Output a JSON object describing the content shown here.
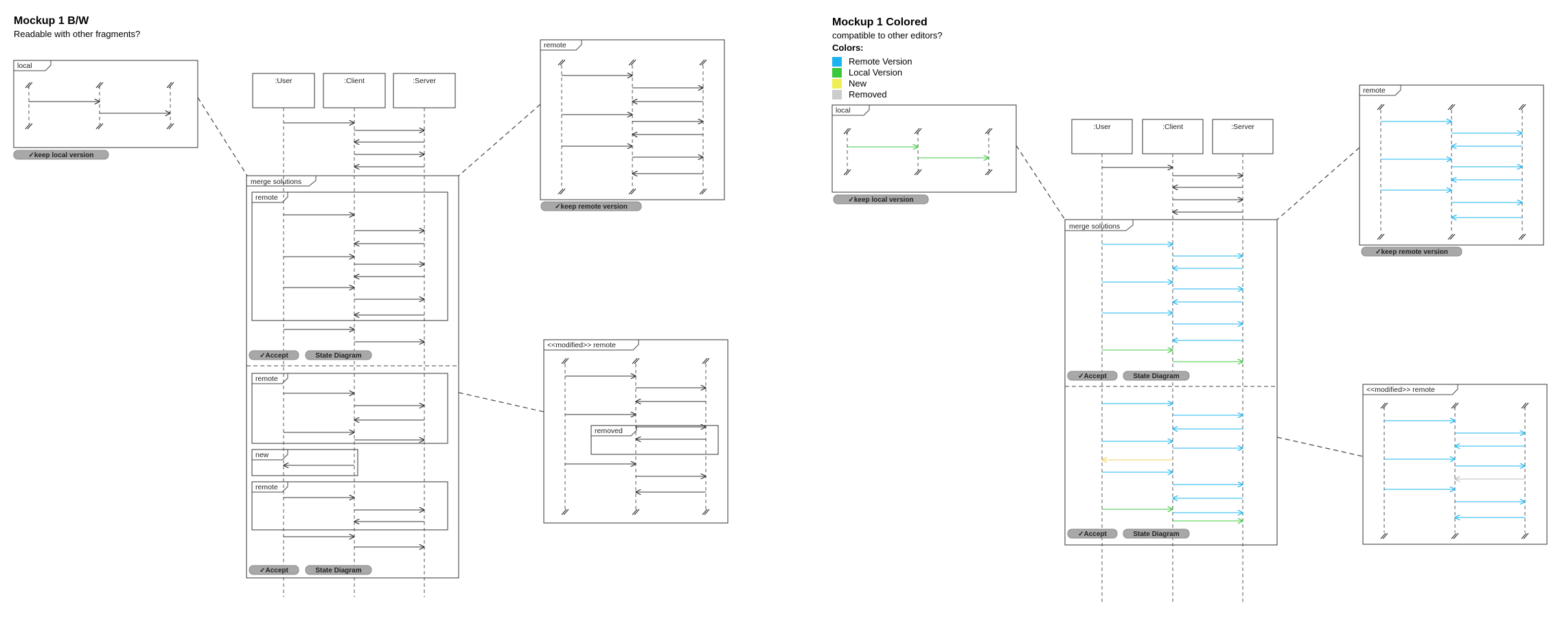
{
  "left": {
    "title": "Mockup 1 B/W",
    "subtitle": "Readable with other fragments?"
  },
  "right": {
    "title": "Mockup 1 Colored",
    "subtitle": "compatible to other editors?",
    "colors_title": "Colors:",
    "legend": [
      {
        "label": "Remote Version",
        "color": "#1ab4f0"
      },
      {
        "label": "Local Version",
        "color": "#3cc83c"
      },
      {
        "label": "New",
        "color": "#f0ee55"
      },
      {
        "label": "Removed",
        "color": "#cccccc"
      }
    ]
  },
  "labels": {
    "local": "local",
    "remote": "remote",
    "merge": "merge solutions",
    "new": "new",
    "modified_remote": "<<modified>> remote",
    "removed": "removed",
    "user": ":User",
    "client": ":Client",
    "server": ":Server",
    "keep_local": "✓keep local version",
    "keep_remote": "✓keep remote version",
    "accept": "✓Accept",
    "state_diagram": "State Diagram"
  },
  "colors": {
    "black": "#333333",
    "remote": "#1ab4f0",
    "local": "#3cc83c",
    "new": "#f0d060",
    "removed": "#bbbbbb"
  }
}
